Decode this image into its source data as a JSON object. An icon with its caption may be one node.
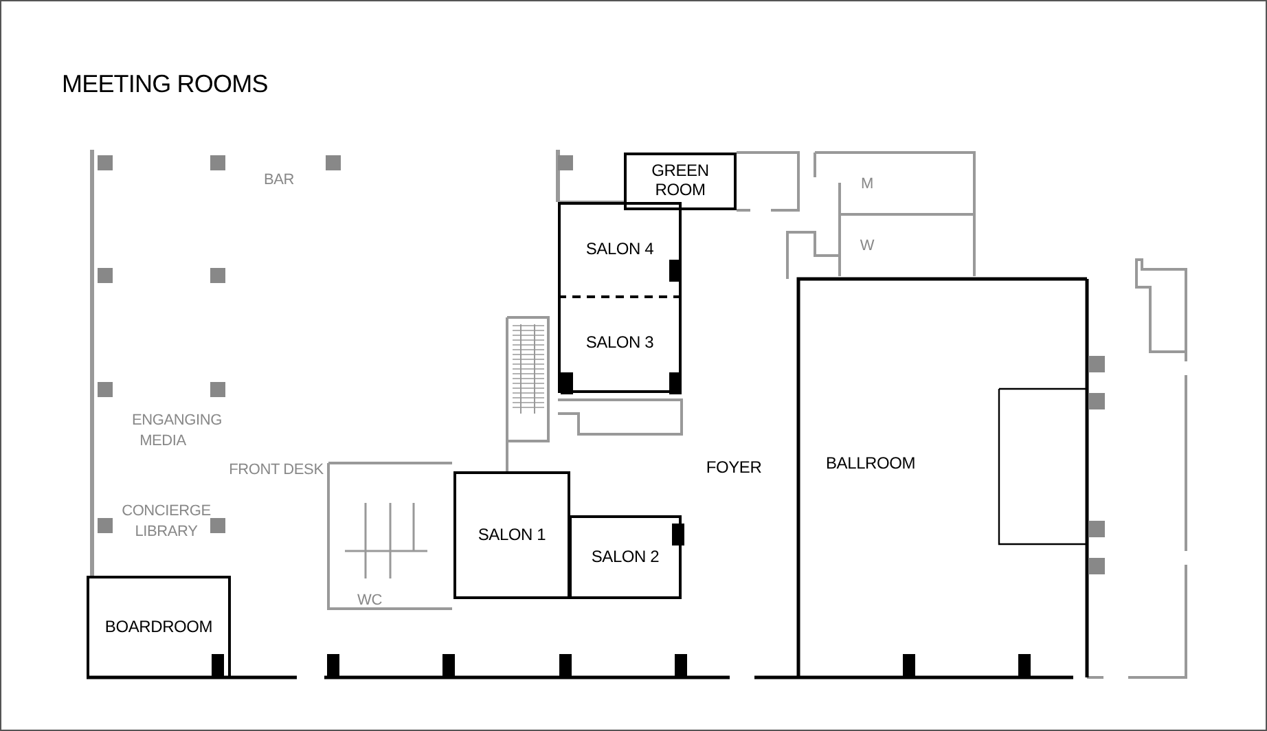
{
  "diagram": {
    "title": "MEETING ROOMS",
    "nodes": [
      {
        "text": [
          "GREEN ROOM"
        ]
      },
      {
        "text": [
          "SALON 4"
        ]
      },
      {
        "text": [
          "SALON 3"
        ]
      },
      {
        "text": [
          "SALON 1"
        ]
      },
      {
        "text": [
          "SALON 2"
        ]
      },
      {
        "text": [
          "BOARDROOM"
        ]
      },
      {
        "text": [
          "BALLROOM"
        ]
      }
    ],
    "edges": [],
    "labels": [
      "BAR",
      "ENGANGING MEDIA",
      "FRONT DESK",
      "CONCIERGE LIBRARY",
      "WC",
      "FOYER",
      "M",
      "W"
    ]
  }
}
